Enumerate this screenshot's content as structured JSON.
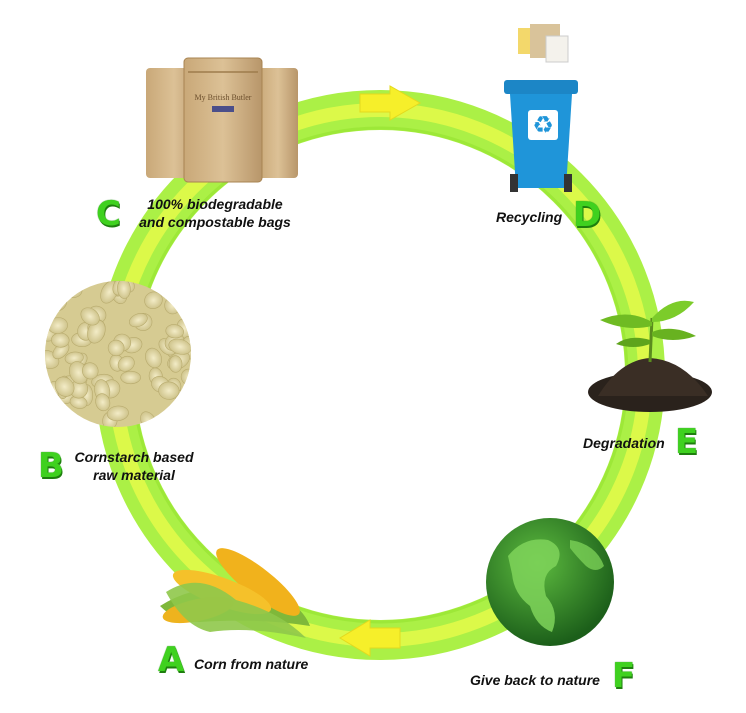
{
  "colors": {
    "ring_outer": "#a6ef3c",
    "ring_inner": "#e9fb4a",
    "arrow": "#f6ef2a",
    "letter": "#3fd11f",
    "letter_shadow": "#1e7f0e",
    "bin": "#1f95d9",
    "earth": "#2f8a2a"
  },
  "stages": [
    {
      "letter": "A",
      "label_lines": [
        "Corn from nature"
      ],
      "icon": "corn-icon"
    },
    {
      "letter": "B",
      "label_lines": [
        "Cornstarch based",
        "raw material"
      ],
      "icon": "pellets-icon"
    },
    {
      "letter": "C",
      "label_lines": [
        "100% biodegradable",
        "and compostable bags"
      ],
      "icon": "kraft-bags-icon"
    },
    {
      "letter": "D",
      "label_lines": [
        "Recycling"
      ],
      "icon": "recycle-bin-icon"
    },
    {
      "letter": "E",
      "label_lines": [
        "Degradation"
      ],
      "icon": "sprout-in-soil-icon"
    },
    {
      "letter": "F",
      "label_lines": [
        "Give back to nature"
      ],
      "icon": "green-globe-icon"
    }
  ],
  "bag_print": "My British Butler"
}
